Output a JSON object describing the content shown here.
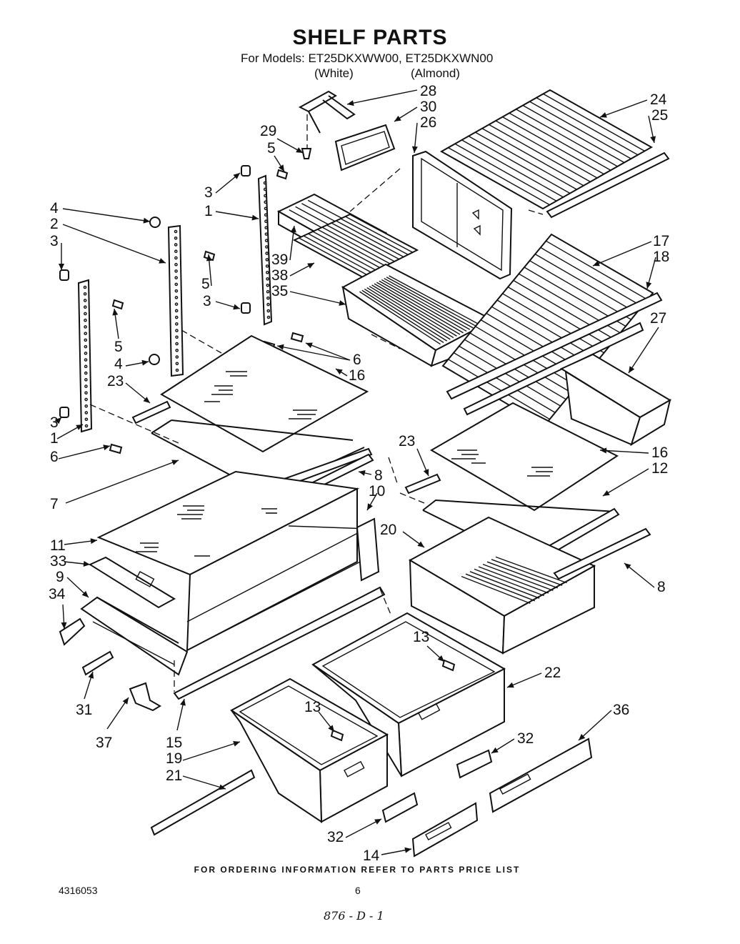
{
  "header": {
    "title": "SHELF PARTS",
    "models_line": "For Models: ET25DKXWW00, ET25DKXWN00",
    "variant_white": "(White)",
    "variant_almond": "(Almond)"
  },
  "callouts": [
    {
      "id": "c28",
      "text": "28"
    },
    {
      "id": "c30",
      "text": "30"
    },
    {
      "id": "c26",
      "text": "26"
    },
    {
      "id": "c24",
      "text": "24"
    },
    {
      "id": "c25",
      "text": "25"
    },
    {
      "id": "c29",
      "text": "29"
    },
    {
      "id": "c5a",
      "text": "5"
    },
    {
      "id": "c3a",
      "text": "3"
    },
    {
      "id": "c1a",
      "text": "1"
    },
    {
      "id": "c4a",
      "text": "4"
    },
    {
      "id": "c2",
      "text": "2"
    },
    {
      "id": "c3b",
      "text": "3"
    },
    {
      "id": "c5b",
      "text": "5"
    },
    {
      "id": "c39",
      "text": "39"
    },
    {
      "id": "c38",
      "text": "38"
    },
    {
      "id": "c35",
      "text": "35"
    },
    {
      "id": "c17",
      "text": "17"
    },
    {
      "id": "c18",
      "text": "18"
    },
    {
      "id": "c3c",
      "text": "3"
    },
    {
      "id": "c5c",
      "text": "5"
    },
    {
      "id": "c27",
      "text": "27"
    },
    {
      "id": "c6a",
      "text": "6"
    },
    {
      "id": "c4b",
      "text": "4"
    },
    {
      "id": "c23a",
      "text": "23"
    },
    {
      "id": "c16a",
      "text": "16"
    },
    {
      "id": "c3d",
      "text": "3"
    },
    {
      "id": "c1b",
      "text": "1"
    },
    {
      "id": "c6b",
      "text": "6"
    },
    {
      "id": "c23b",
      "text": "23"
    },
    {
      "id": "c16b",
      "text": "16"
    },
    {
      "id": "c12",
      "text": "12"
    },
    {
      "id": "c7",
      "text": "7"
    },
    {
      "id": "c8a",
      "text": "8"
    },
    {
      "id": "c10",
      "text": "10"
    },
    {
      "id": "c20",
      "text": "20"
    },
    {
      "id": "c11",
      "text": "11"
    },
    {
      "id": "c33",
      "text": "33"
    },
    {
      "id": "c9",
      "text": "9"
    },
    {
      "id": "c34",
      "text": "34"
    },
    {
      "id": "c8b",
      "text": "8"
    },
    {
      "id": "c13a",
      "text": "13"
    },
    {
      "id": "c22",
      "text": "22"
    },
    {
      "id": "c31",
      "text": "31"
    },
    {
      "id": "c13b",
      "text": "13"
    },
    {
      "id": "c36",
      "text": "36"
    },
    {
      "id": "c37",
      "text": "37"
    },
    {
      "id": "c15",
      "text": "15"
    },
    {
      "id": "c32a",
      "text": "32"
    },
    {
      "id": "c19",
      "text": "19"
    },
    {
      "id": "c21",
      "text": "21"
    },
    {
      "id": "c32b",
      "text": "32"
    },
    {
      "id": "c14",
      "text": "14"
    }
  ],
  "footer": {
    "ordering_note": "FOR ORDERING INFORMATION REFER TO PARTS PRICE LIST",
    "doc_number": "4316053",
    "page_number": "6",
    "handwritten_code": "876 - D - 1"
  }
}
